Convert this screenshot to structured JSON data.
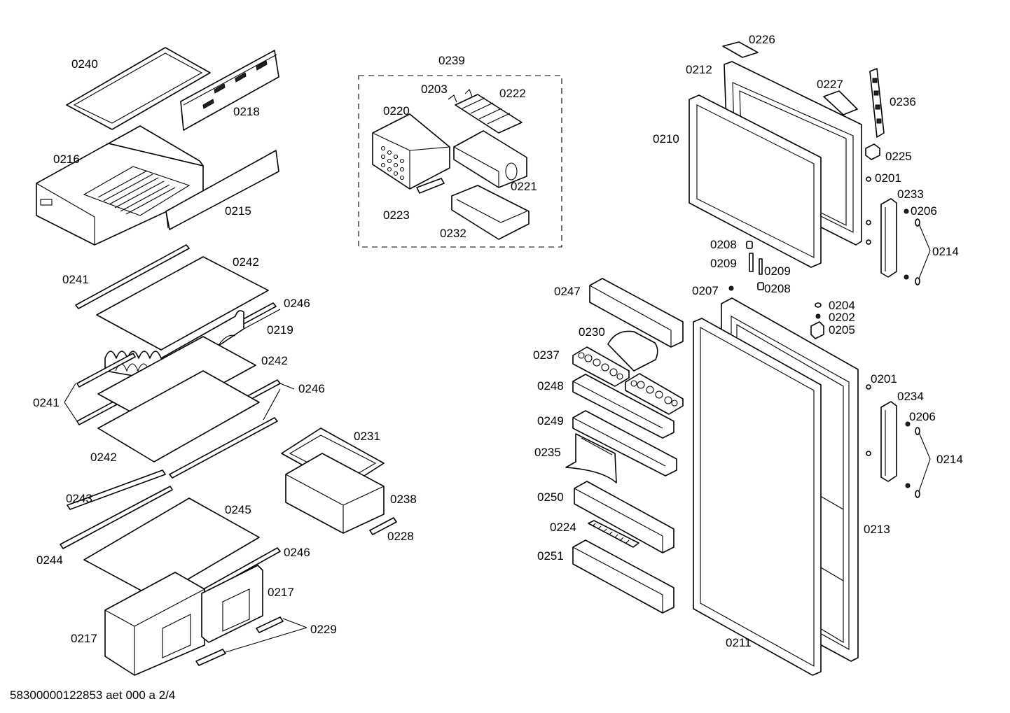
{
  "diagram": {
    "colors": {
      "line": "#000000",
      "background": "#ffffff"
    },
    "labels": [
      "0240",
      "0218",
      "0216",
      "0215",
      "0239",
      "0203",
      "0222",
      "0220",
      "0221",
      "0223",
      "0232",
      "0241",
      "0242",
      "0246",
      "0219",
      "0242",
      "0246",
      "0241",
      "0242",
      "0231",
      "0238",
      "0228",
      "0243",
      "0245",
      "0244",
      "0246",
      "0217",
      "0217",
      "0229",
      "0226",
      "0212",
      "0227",
      "0236",
      "0210",
      "0225",
      "0201",
      "0233",
      "0206",
      "0214",
      "0208",
      "0209",
      "0209",
      "0208",
      "0207",
      "0247",
      "0204",
      "0202",
      "0205",
      "0230",
      "0237",
      "0248",
      "0201",
      "0234",
      "0206",
      "0249",
      "0214",
      "0235",
      "0250",
      "0213",
      "0224",
      "0251",
      "0211"
    ],
    "footer": "58300000122853 aet 000 a 2/4"
  }
}
